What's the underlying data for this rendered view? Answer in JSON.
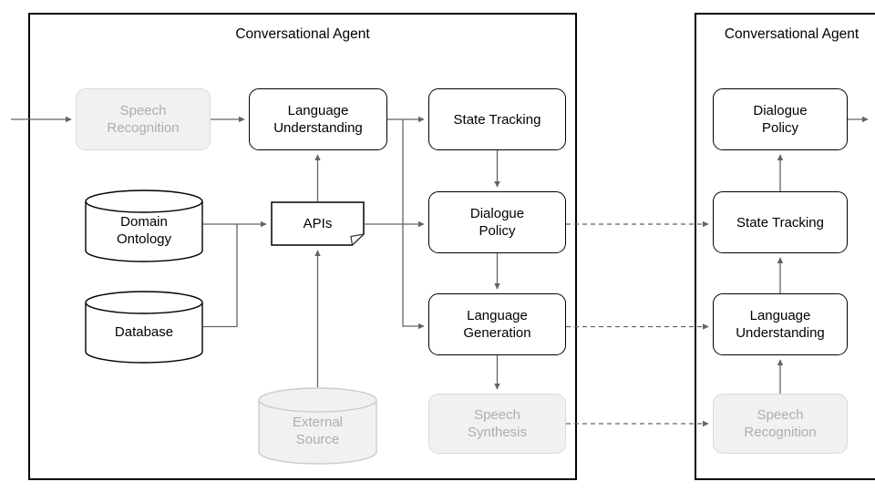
{
  "colors": {
    "box_border": "#000000",
    "node_border": "#000000",
    "inactive_fill": "#f1f1f1",
    "inactive_border": "#d9d9d9",
    "inactive_text": "#adadad",
    "arrow": "#636363",
    "background": "#ffffff"
  },
  "left_agent": {
    "title": "Conversational Agent",
    "nodes": {
      "speech_recognition": {
        "label": "Speech Recognition",
        "lines": [
          "Speech",
          "Recognition"
        ],
        "state": "inactive",
        "shape": "rounded-rect"
      },
      "language_understanding": {
        "label": "Language Understanding",
        "lines": [
          "Language",
          "Understanding"
        ],
        "state": "active",
        "shape": "rounded-rect"
      },
      "state_tracking": {
        "label": "State Tracking",
        "lines": [
          "State Tracking"
        ],
        "state": "active",
        "shape": "rounded-rect"
      },
      "domain_ontology": {
        "label": "Domain Ontology",
        "lines": [
          "Domain",
          "Ontology"
        ],
        "state": "active",
        "shape": "cylinder"
      },
      "apis": {
        "label": "APIs",
        "lines": [
          "APIs"
        ],
        "state": "active",
        "shape": "folded-document"
      },
      "dialogue_policy": {
        "label": "Dialogue Policy",
        "lines": [
          "Dialogue",
          "Policy"
        ],
        "state": "active",
        "shape": "rounded-rect"
      },
      "database": {
        "label": "Database",
        "lines": [
          "Database"
        ],
        "state": "active",
        "shape": "cylinder"
      },
      "language_generation": {
        "label": "Language Generation",
        "lines": [
          "Language",
          "Generation"
        ],
        "state": "active",
        "shape": "rounded-rect"
      },
      "external_source": {
        "label": "External Source",
        "lines": [
          "External",
          "Source"
        ],
        "state": "inactive",
        "shape": "cylinder"
      },
      "speech_synthesis": {
        "label": "Speech Synthesis",
        "lines": [
          "Speech",
          "Synthesis"
        ],
        "state": "inactive",
        "shape": "rounded-rect"
      }
    }
  },
  "right_agent": {
    "title": "Conversational Agent",
    "nodes": {
      "dialogue_policy": {
        "label": "Dialogue Policy",
        "lines": [
          "Dialogue",
          "Policy"
        ],
        "state": "active",
        "shape": "rounded-rect"
      },
      "state_tracking": {
        "label": "State Tracking",
        "lines": [
          "State Tracking"
        ],
        "state": "active",
        "shape": "rounded-rect"
      },
      "language_understanding": {
        "label": "Language Understanding",
        "lines": [
          "Language",
          "Understanding"
        ],
        "state": "active",
        "shape": "rounded-rect"
      },
      "speech_recognition": {
        "label": "Speech Recognition",
        "lines": [
          "Speech",
          "Recognition"
        ],
        "state": "inactive",
        "shape": "rounded-rect"
      }
    }
  },
  "connections": {
    "solid": [
      "input -> left.speech_recognition",
      "left.speech_recognition -> left.language_understanding",
      "left.language_understanding -> left.state_tracking",
      "left.language_understanding -> left.language_generation",
      "left.state_tracking -> left.dialogue_policy",
      "left.dialogue_policy -> left.language_generation",
      "left.language_generation -> left.speech_synthesis",
      "left.apis -> left.language_understanding",
      "left.apis -> left.dialogue_policy",
      "left.domain_ontology -> left.apis",
      "left.database -> left.apis",
      "left.external_source -> left.apis",
      "right.speech_recognition -> right.language_understanding",
      "right.language_understanding -> right.state_tracking",
      "right.state_tracking -> right.dialogue_policy",
      "right.dialogue_policy -> output"
    ],
    "dashed": [
      "left.dialogue_policy -> right.state_tracking",
      "left.language_generation -> right.language_understanding",
      "left.speech_synthesis -> right.speech_recognition"
    ]
  }
}
